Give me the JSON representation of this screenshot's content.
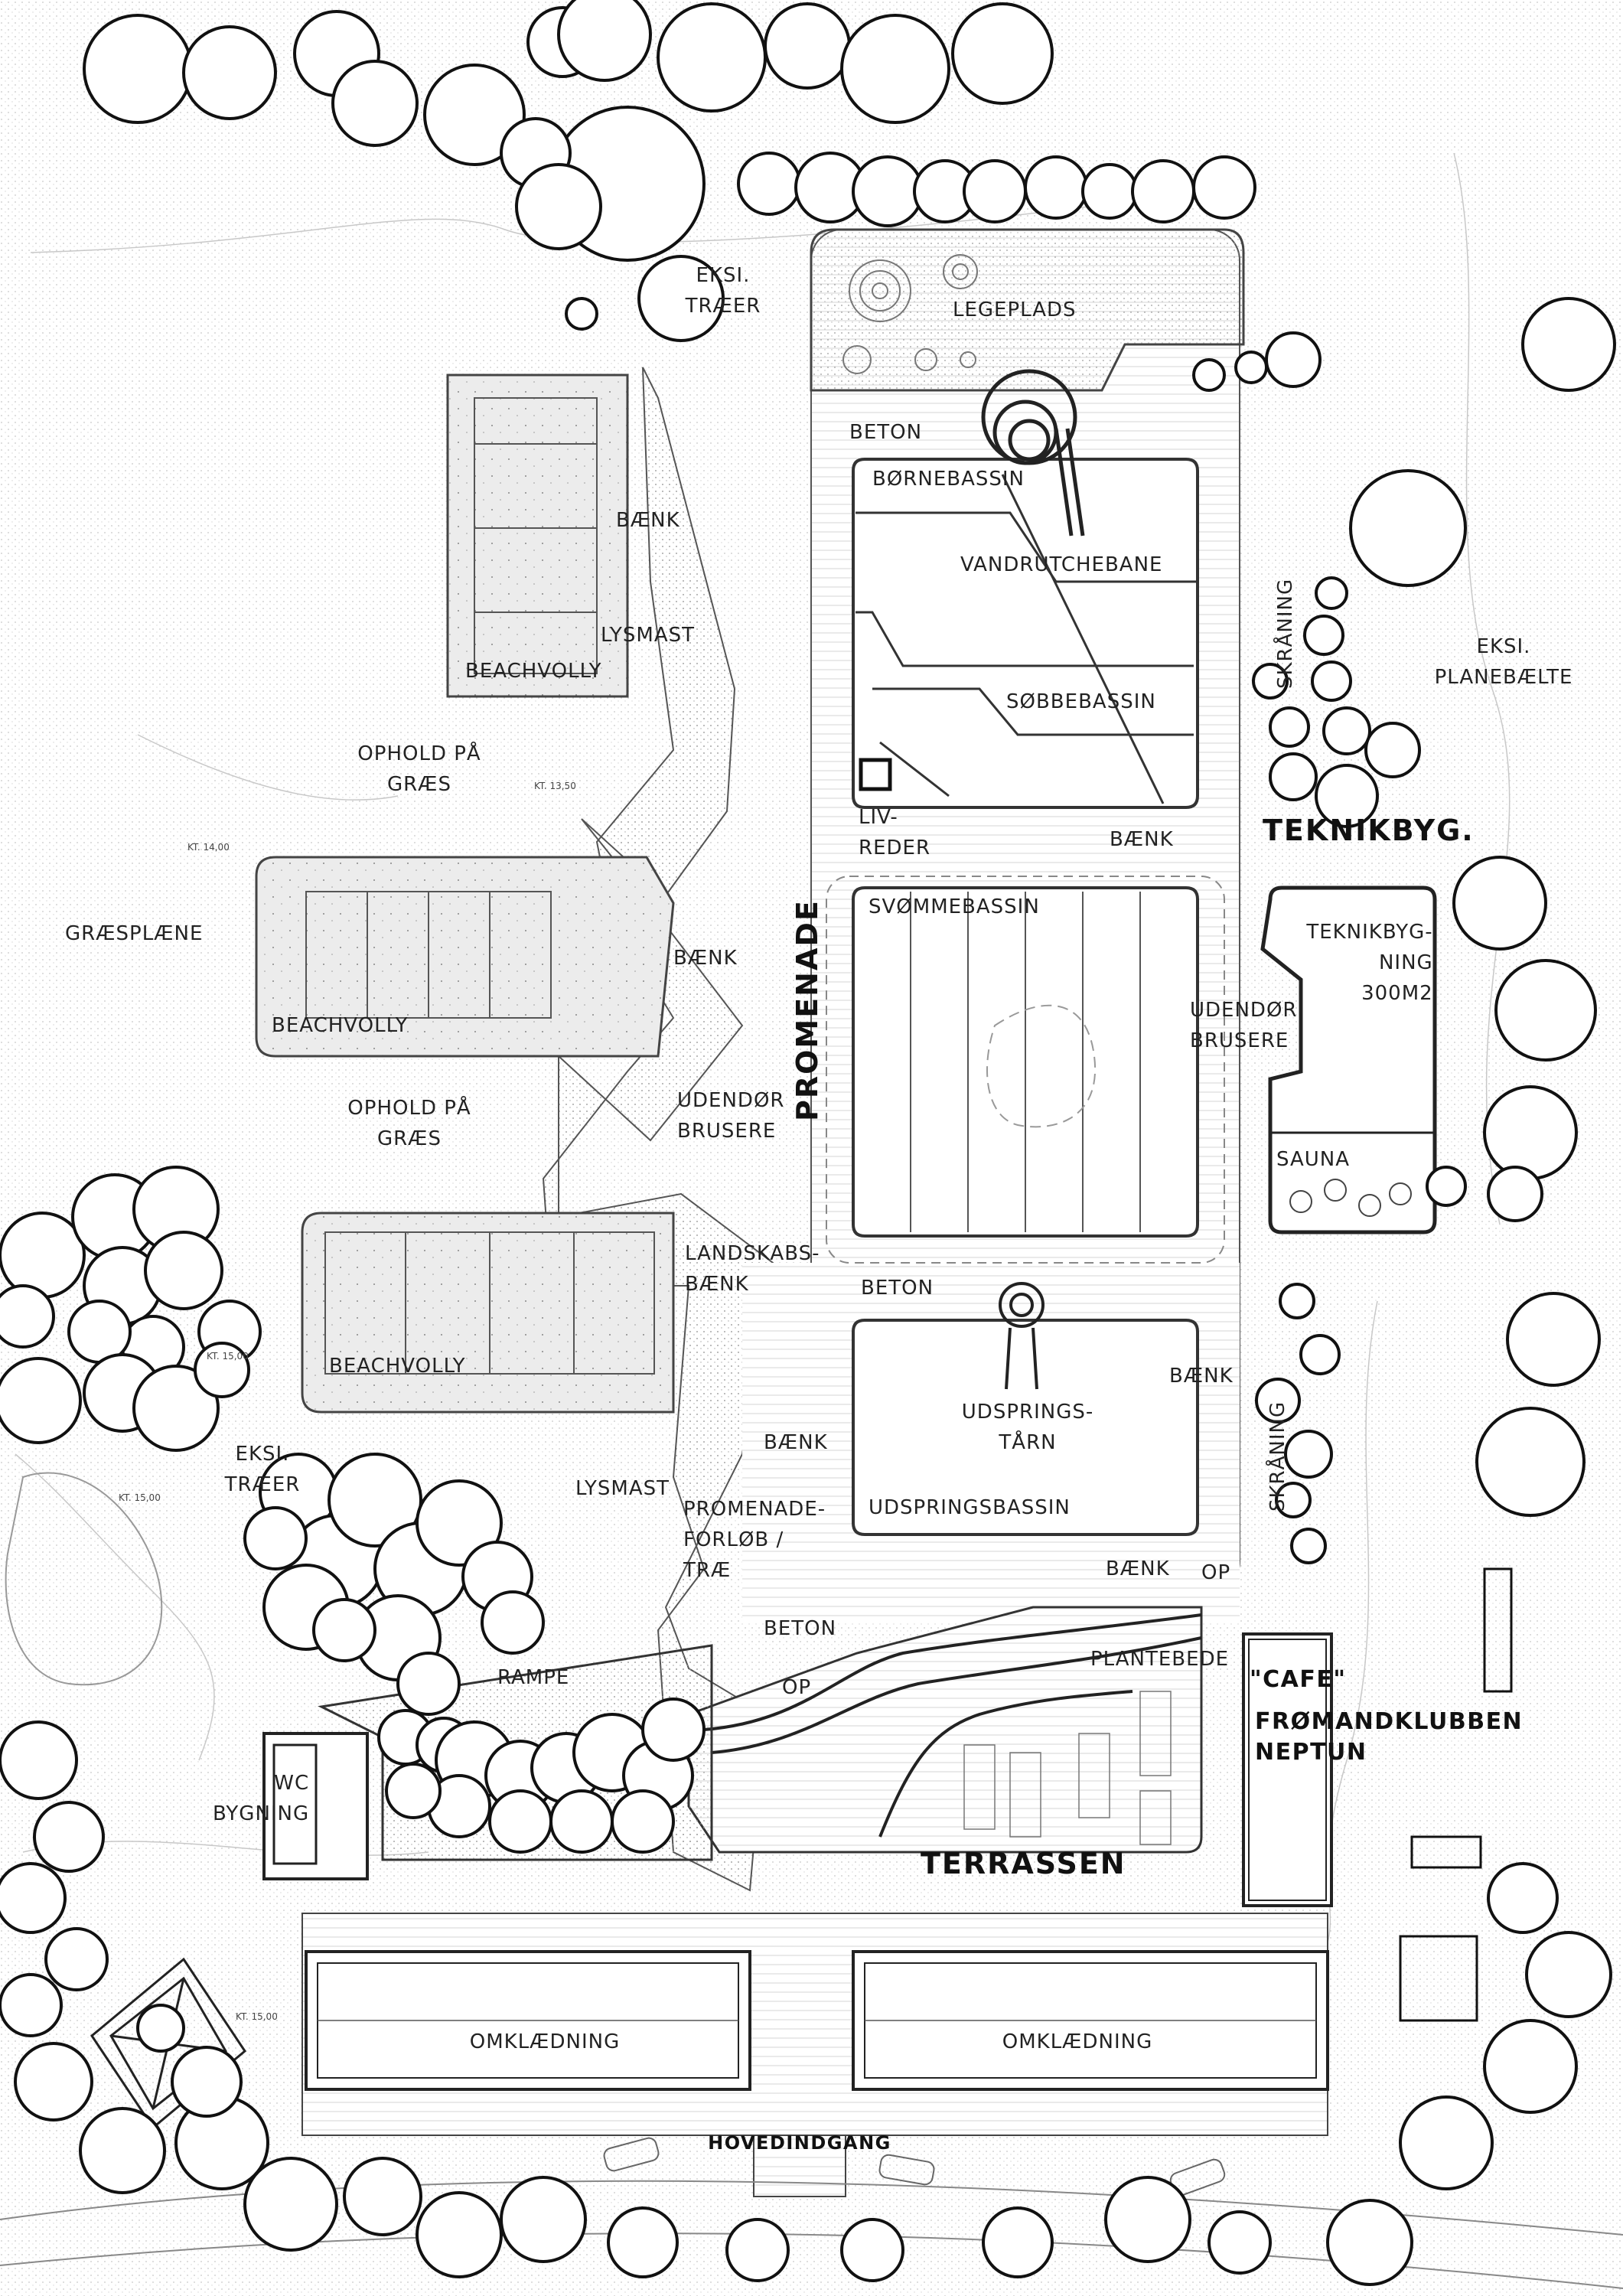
{
  "labels": {
    "eksi_traer_top": [
      "EKSI.",
      "TRÆER"
    ],
    "legeplads": "LEGEPLADS",
    "beton_top": "BETON",
    "bornebassin": "BØRNEBASSIN",
    "vandrutchebane": "VANDRUTCHEBANE",
    "sobebassin": "SØBBEBASSIN",
    "baenk_1": "BÆNK",
    "lysmast_1": "LYSMAST",
    "beachvolly_1": "BEACHVOLLY",
    "ophold_1": [
      "OPHOLD PÅ",
      "GRÆS"
    ],
    "livreder": [
      "LIV-",
      "REDER"
    ],
    "baenk_2": "BÆNK",
    "teknikbyg": "TEKNIKBYG.",
    "eksi_planebaelte": [
      "EKSI.",
      "PLANEBÆLTE"
    ],
    "skraning_1": "SKRÅNING",
    "graesplaene": "GRÆSPLÆNE",
    "beachvolly_2": "BEACHVOLLY",
    "svommebassin": "SVØMMEBASSIN",
    "baenk_3": "BÆNK",
    "promenade": "PROMENADE",
    "udendor_brusere_1": [
      "UDENDØR",
      "BRUSERE"
    ],
    "udendor_brusere_2": [
      "UDENDØR",
      "BRUSERE"
    ],
    "teknikbygning": [
      "TEKNIKBYG-",
      "NING",
      "300M2"
    ],
    "sauna": "SAUNA",
    "ophold_2": [
      "OPHOLD PÅ",
      "GRÆS"
    ],
    "landskabsbaenk": [
      "LANDSKABS-",
      "BÆNK"
    ],
    "beton_mid": "BETON",
    "beachvolly_3": "BEACHVOLLY",
    "baenk_4": "BÆNK",
    "udspringstaarn": [
      "UDSPRINGS-",
      "TÅRN"
    ],
    "udspringsbassin": "UDSPRINGSBASSIN",
    "baenk_5": "BÆNK",
    "eksi_traer_left": [
      "EKSI.",
      "TRÆER"
    ],
    "lysmast_2": "LYSMAST",
    "promenadeforlob": [
      "PROMENADE-",
      "FORLØB /",
      "TRÆ"
    ],
    "skraning_2": "SKRÅNING",
    "baenk_6": "BÆNK",
    "op_1": "OP",
    "beton_low": "BETON",
    "plantebede": "PLANTEBEDE",
    "cafe": "\"CAFE\"",
    "fromandklubben": [
      "FRØMANDKLUBBEN",
      "NEPTUN"
    ],
    "rampe": "RAMPE",
    "op_2": "OP",
    "wc_bygning": [
      "WC",
      "BYGNING"
    ],
    "terrassen": "TERRASSEN",
    "omklaedning_1": "OMKLÆDNING",
    "omklaedning_2": "OMKLÆDNING",
    "hovedindgang": "HOVEDINDGANG",
    "kt_1350": "KT. 13,50",
    "kt_1400": "KT. 14,00",
    "kt_1500_a": "KT. 15,00",
    "kt_1500_b": "KT. 15,00",
    "kt_1500_c": "KT. 15,00"
  }
}
